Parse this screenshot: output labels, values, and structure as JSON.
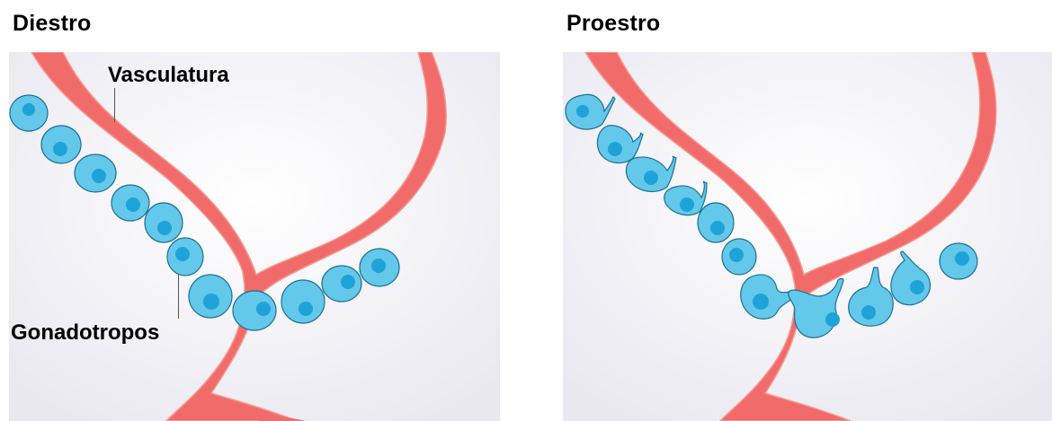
{
  "panels": {
    "left": {
      "title": "Diestro"
    },
    "right": {
      "title": "Proestro"
    }
  },
  "labels": {
    "vasculature": "Vasculatura",
    "gonadotrophs": "Gonadotropos"
  },
  "colors": {
    "background": "#ffffff",
    "panel_bg": "#ecebf2",
    "vessel": "#f26b6b",
    "vessel_edge": "#f49a90",
    "cell_fill": "#63c8ea",
    "cell_edge": "#1d6f93",
    "nucleus": "#1ea3d8"
  }
}
